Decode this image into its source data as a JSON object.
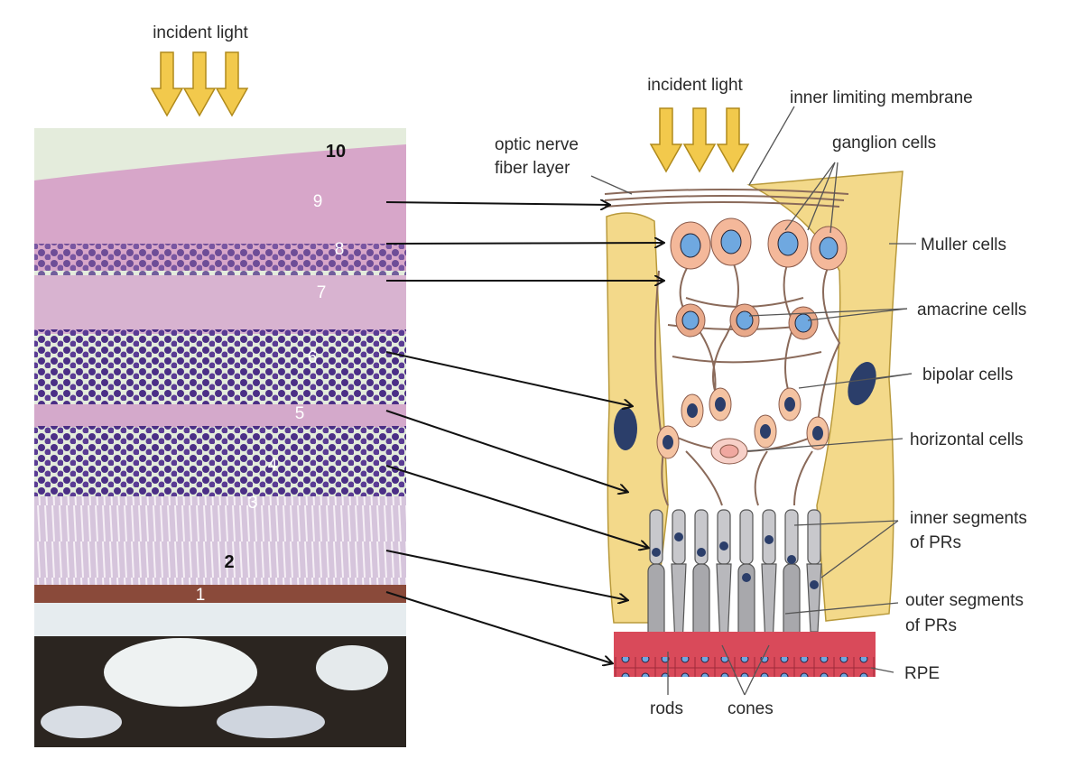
{
  "left_panel": {
    "incident_light": "incident light",
    "layer_numbers": [
      "10",
      "9",
      "8",
      "7",
      "6",
      "5",
      "4",
      "3",
      "2",
      "1"
    ]
  },
  "right_panel": {
    "incident_light": "incident light",
    "labels": {
      "inner_limiting_membrane": "inner limiting membrane",
      "optic_nerve_line1": "optic nerve",
      "optic_nerve_line2": "fiber layer",
      "ganglion_cells": "ganglion cells",
      "muller_cells": "Muller cells",
      "amacrine_cells": "amacrine cells",
      "bipolar_cells": "bipolar cells",
      "horizontal_cells": "horizontal cells",
      "inner_segments_line1": "inner segments",
      "inner_segments_line2": "of PRs",
      "outer_segments_line1": "outer segments",
      "outer_segments_line2": "of PRs",
      "rpe": "RPE",
      "rods": "rods",
      "cones": "cones"
    }
  },
  "colors": {
    "arrow_fill": "#f2c94c",
    "muller": "#f3d98a",
    "cell_body": "#f4b89a",
    "nucleus": "#6fa8e0",
    "rpe": "#d94a5a",
    "stain_pink": "#d7a6c9",
    "stain_purple": "#6a4a9a"
  }
}
